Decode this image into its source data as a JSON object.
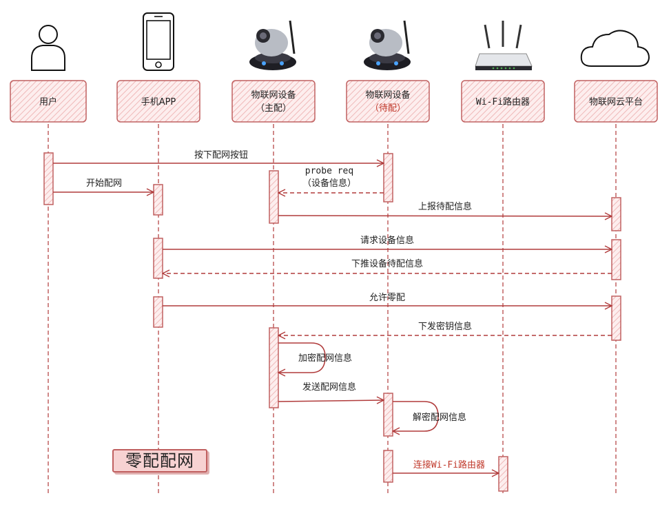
{
  "colors": {
    "accent": "#c0392b",
    "line": "#b03a3a",
    "fill": "#fbe6e6"
  },
  "participants": [
    {
      "id": "user",
      "name": "用户",
      "sub": "",
      "icon": "person-icon"
    },
    {
      "id": "app",
      "name": "手机APP",
      "sub": "",
      "icon": "phone-icon"
    },
    {
      "id": "dev_main",
      "name": "物联网设备",
      "sub": "（主配）",
      "icon": "camera-icon"
    },
    {
      "id": "dev_wait",
      "name": "物联网设备",
      "sub": "（待配）",
      "icon": "camera-icon",
      "sub_red": true
    },
    {
      "id": "router",
      "name": "Wi-Fi路由器",
      "sub": "",
      "icon": "router-icon"
    },
    {
      "id": "cloud",
      "name": "物联网云平台",
      "sub": "",
      "icon": "cloud-icon"
    }
  ],
  "messages": [
    {
      "from": "user",
      "to": "dev_wait",
      "label": "按下配网按钮",
      "dashed": false
    },
    {
      "from": "dev_wait",
      "to": "dev_main",
      "label": "probe req",
      "label2": "（设备信息）",
      "dashed": true,
      "mono": true
    },
    {
      "from": "user",
      "to": "app",
      "label": "开始配网",
      "dashed": false
    },
    {
      "from": "dev_main",
      "to": "cloud",
      "label": "上报待配信息",
      "dashed": false
    },
    {
      "from": "app",
      "to": "cloud",
      "label": "请求设备信息",
      "dashed": false
    },
    {
      "from": "cloud",
      "to": "app",
      "label": "下推设备待配信息",
      "dashed": true
    },
    {
      "from": "app",
      "to": "cloud",
      "label": "允许零配",
      "dashed": false
    },
    {
      "from": "cloud",
      "to": "dev_main",
      "label": "下发密钥信息",
      "dashed": true
    },
    {
      "from": "dev_main",
      "to": "dev_main",
      "label": "加密配网信息",
      "self": true
    },
    {
      "from": "dev_main",
      "to": "dev_wait",
      "label": "发送配网信息",
      "dashed": false
    },
    {
      "from": "dev_wait",
      "to": "dev_wait",
      "label": "解密配网信息",
      "self": true
    },
    {
      "from": "dev_wait",
      "to": "router",
      "label": "连接Wi-Fi路由器",
      "dashed": false,
      "red": true,
      "mono": true
    }
  ],
  "title": "零配配网"
}
